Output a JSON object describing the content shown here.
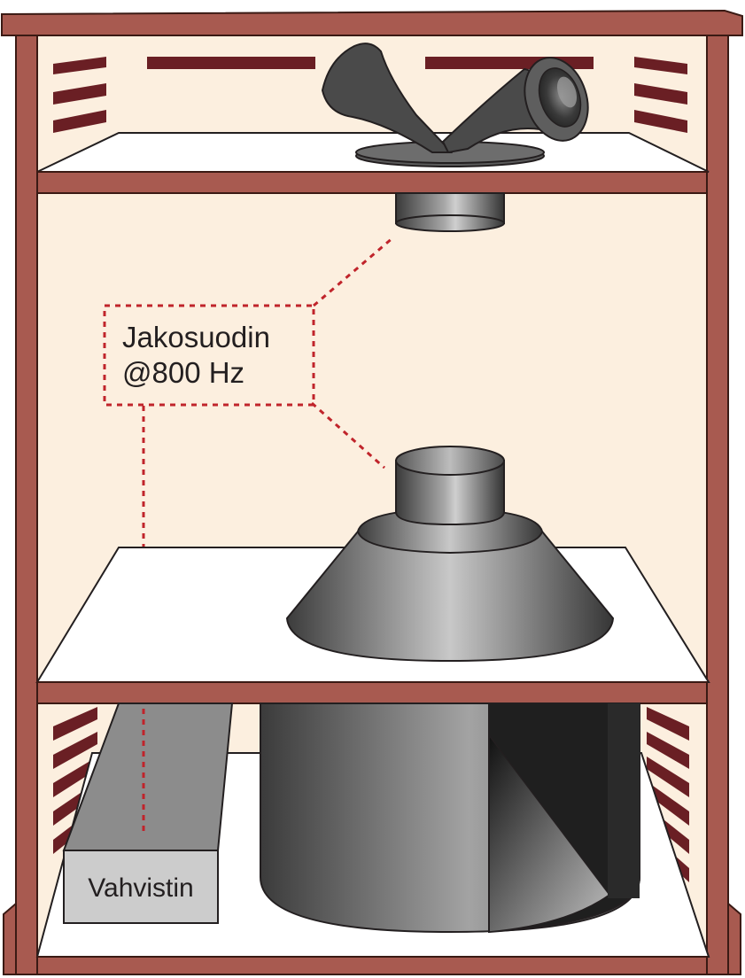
{
  "crossover": {
    "line1": "Jakosuodin",
    "line2": "@800 Hz"
  },
  "amplifier": {
    "label": "Vahvistin"
  },
  "colors": {
    "cabinet_wood": "#a85a50",
    "cabinet_outline": "#3a1a14",
    "interior_cream": "#fcefdf",
    "vent_slot": "#6a1f24",
    "shelf_white": "#ffffff",
    "driver_dark": "#3f3f3f",
    "driver_mid": "#9a9a9a",
    "driver_light": "#d4d4d4",
    "crossover_line": "#c0242b",
    "amp_face": "#cccccc",
    "amp_body": "#8c8c8c",
    "text": "#231f20"
  }
}
